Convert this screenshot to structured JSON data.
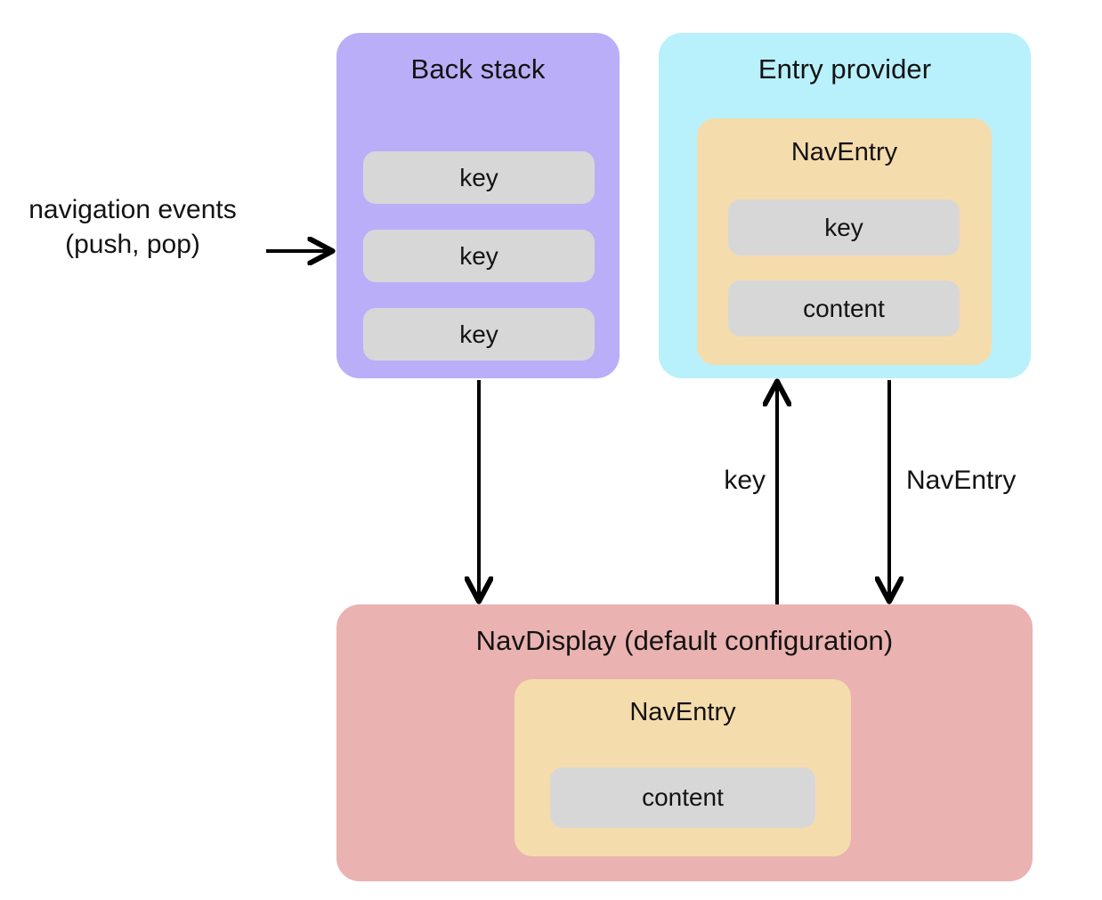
{
  "diagram": {
    "title_implied": "Navigation 3 architecture",
    "background_color": "#ffffff",
    "colors": {
      "back_stack": "#BBAEF8",
      "entry_provider": "#B8F1FC",
      "nav_entry": "#F5DCAC",
      "nav_display": "#EAB2B0",
      "pill": "#D7D7D7",
      "text": "#131313",
      "arrow": "#000000"
    }
  },
  "back_stack": {
    "title": "Back stack",
    "items": [
      {
        "label": "key"
      },
      {
        "label": "key"
      },
      {
        "label": "key"
      }
    ]
  },
  "entry_provider": {
    "title": "Entry provider",
    "nav_entry": {
      "title": "NavEntry",
      "items": [
        {
          "label": "key"
        },
        {
          "label": "content"
        }
      ]
    }
  },
  "nav_display": {
    "title": "NavDisplay (default configuration)",
    "nav_entry": {
      "title": "NavEntry",
      "items": [
        {
          "label": "content"
        }
      ]
    }
  },
  "edges": {
    "navigation_events": {
      "line1": "navigation events",
      "line2": "(push, pop)"
    },
    "key_label": "key",
    "naventry_label": "NavEntry"
  }
}
